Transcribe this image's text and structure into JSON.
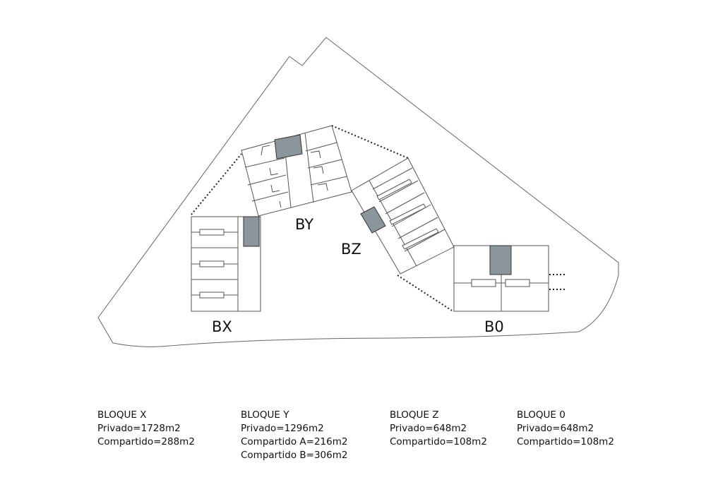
{
  "labels": {
    "bx": "BX",
    "by": "BY",
    "bz": "BZ",
    "b0": "B0"
  },
  "legend": [
    {
      "title": "BLOQUE X",
      "lines": [
        "Privado=1728m2",
        "Compartido=288m2"
      ]
    },
    {
      "title": "BLOQUE Y",
      "lines": [
        "Privado=1296m2",
        "Compartido A=216m2",
        "Compartido B=306m2"
      ]
    },
    {
      "title": "BLOQUE Z",
      "lines": [
        "Privado=648m2",
        "Compartido=108m2"
      ]
    },
    {
      "title": "BLOQUE 0",
      "lines": [
        "Privado=648m2",
        "Compartido=108m2"
      ]
    }
  ],
  "colors": {
    "line": "#555555",
    "core": "#8a959c",
    "path": "#222222"
  }
}
